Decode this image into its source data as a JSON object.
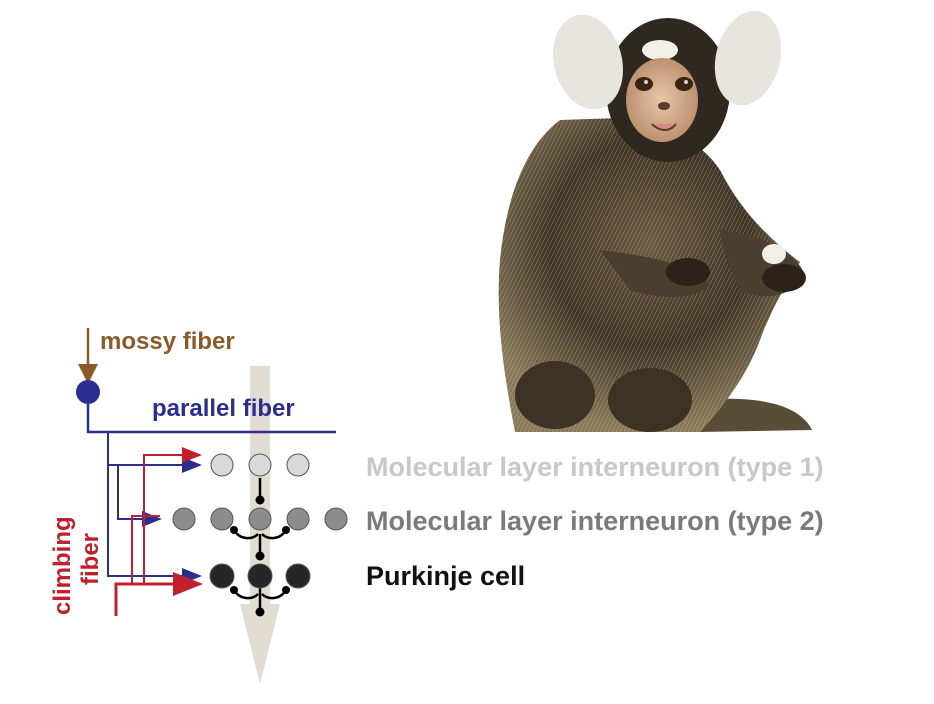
{
  "colors": {
    "mossy": "#8a5a2b",
    "parallel": "#2a2f8f",
    "climbing": "#c0202e",
    "type1": "#d9d9d9",
    "type2": "#8c8c8c",
    "purkinje": "#262626",
    "flow_arrow": "#e2ddd2",
    "type1_text": "#c8c8c8",
    "type2_text": "#7a7a7a",
    "purkinje_text": "#111111"
  },
  "labels": {
    "mossy_fiber": "mossy fiber",
    "parallel_fiber": "parallel fiber",
    "climbing_line1": "climbing",
    "climbing_line2": "fiber"
  },
  "layers": [
    {
      "key": "type1",
      "label": "Molecular layer interneuron (type 1)",
      "cells": 3
    },
    {
      "key": "type2",
      "label": "Molecular layer interneuron (type 2)",
      "cells": 5
    },
    {
      "key": "purkinje",
      "label": "Purkinje cell",
      "cells": 3
    }
  ],
  "image": {
    "subject": "common marmoset",
    "icon": "marmoset-photo"
  }
}
